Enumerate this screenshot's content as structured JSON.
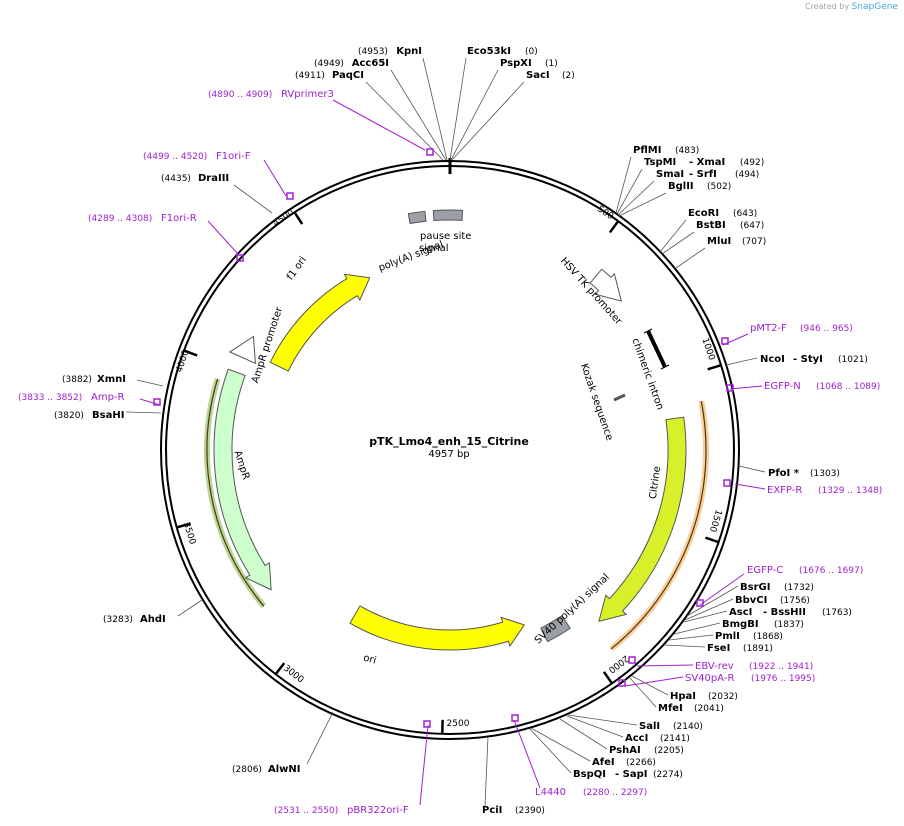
{
  "credit": {
    "prefix": "Created by",
    "brand": "SnapGene"
  },
  "plasmid": {
    "name": "pTK_Lmo4_enh_15_Citrine",
    "length_label": "4957 bp",
    "length": 4957
  },
  "ticks": [
    "500",
    "1000",
    "1500",
    "2000",
    "2500",
    "3000",
    "3500",
    "4000",
    "4500"
  ],
  "enzymes": [
    {
      "name": "KpnI",
      "pos": "(4953)"
    },
    {
      "name": "Acc65I",
      "pos": "(4949)"
    },
    {
      "name": "PaqCI",
      "pos": "(4911)"
    },
    {
      "name": "Eco53kI",
      "pos": "(0)"
    },
    {
      "name": "PspXI",
      "pos": "(1)"
    },
    {
      "name": "SacI",
      "pos": "(2)"
    },
    {
      "name": "PflMI",
      "pos": "(483)"
    },
    {
      "name": "TspMI",
      "pos": ""
    },
    {
      "name": "- XmaI",
      "pos": "(492)"
    },
    {
      "name": "SmaI",
      "pos": ""
    },
    {
      "name": "- SrfI",
      "pos": "(494)"
    },
    {
      "name": "BglII",
      "pos": "(502)"
    },
    {
      "name": "EcoRI",
      "pos": "(643)"
    },
    {
      "name": "BstBI",
      "pos": "(647)"
    },
    {
      "name": "MluI",
      "pos": "(707)"
    },
    {
      "name": "NcoI",
      "pos": ""
    },
    {
      "name": "- StyI",
      "pos": "(1021)"
    },
    {
      "name": "PfoI *",
      "pos": "(1303)"
    },
    {
      "name": "BsrGI",
      "pos": "(1732)"
    },
    {
      "name": "BbvCI",
      "pos": "(1756)"
    },
    {
      "name": "AscI",
      "pos": ""
    },
    {
      "name": "- BssHII",
      "pos": "(1763)"
    },
    {
      "name": "BmgBI",
      "pos": "(1837)"
    },
    {
      "name": "PmlI",
      "pos": "(1868)"
    },
    {
      "name": "FseI",
      "pos": "(1891)"
    },
    {
      "name": "HpaI",
      "pos": "(2032)"
    },
    {
      "name": "MfeI",
      "pos": "(2041)"
    },
    {
      "name": "SalI",
      "pos": "(2140)"
    },
    {
      "name": "AccI",
      "pos": "(2141)"
    },
    {
      "name": "PshAI",
      "pos": "(2205)"
    },
    {
      "name": "AfeI",
      "pos": "(2266)"
    },
    {
      "name": "BspQI",
      "pos": ""
    },
    {
      "name": "- SapI",
      "pos": "(2274)"
    },
    {
      "name": "PciI",
      "pos": "(2390)"
    },
    {
      "name": "AlwNI",
      "pos": "(2806)"
    },
    {
      "name": "AhdI",
      "pos": "(3283)"
    },
    {
      "name": "BsaHI",
      "pos": "(3820)"
    },
    {
      "name": "XmnI",
      "pos": "(3882)"
    },
    {
      "name": "DraIII",
      "pos": "(4435)"
    }
  ],
  "primers": [
    {
      "name": "RVprimer3",
      "range": "(4890 .. 4909)"
    },
    {
      "name": "F1ori-F",
      "range": "(4499 .. 4520)"
    },
    {
      "name": "F1ori-R",
      "range": "(4289 .. 4308)"
    },
    {
      "name": "pMT2-F",
      "range": "(946 .. 965)"
    },
    {
      "name": "EGFP-N",
      "range": "(1068 .. 1089)"
    },
    {
      "name": "EXFP-R",
      "range": "(1329 .. 1348)"
    },
    {
      "name": "EGFP-C",
      "range": "(1676 .. 1697)"
    },
    {
      "name": "EBV-rev",
      "range": "(1922 .. 1941)"
    },
    {
      "name": "SV40pA-R",
      "range": "(1976 .. 1995)"
    },
    {
      "name": "L4440",
      "range": "(2280 .. 2297)"
    },
    {
      "name": "pBR322ori-F",
      "range": "(2531 .. 2550)"
    },
    {
      "name": "Amp-R",
      "range": "(3833 .. 3852)"
    }
  ],
  "features": [
    {
      "name": "pause site"
    },
    {
      "name": "signal"
    },
    {
      "name": "poly(A) signal"
    },
    {
      "name": "HSV TK promoter"
    },
    {
      "name": "chimeric intron"
    },
    {
      "name": "Kozak sequence"
    },
    {
      "name": "Citrine"
    },
    {
      "name": "SV40 poly(A) signal"
    },
    {
      "name": "ori"
    },
    {
      "name": "AmpR"
    },
    {
      "name": "AmpR promoter"
    },
    {
      "name": "f1 ori"
    }
  ],
  "colors": {
    "backbone": "#000000",
    "primer": "#a020d0",
    "f1ori": "#ffff00",
    "ori": "#ffff00",
    "ampr": "#ccffcc",
    "citrine": "#d8f02a",
    "polyA": "#9aa0a6",
    "primer_highlight_orange": "#f0a54a",
    "primer_highlight_green": "#7ab648"
  }
}
